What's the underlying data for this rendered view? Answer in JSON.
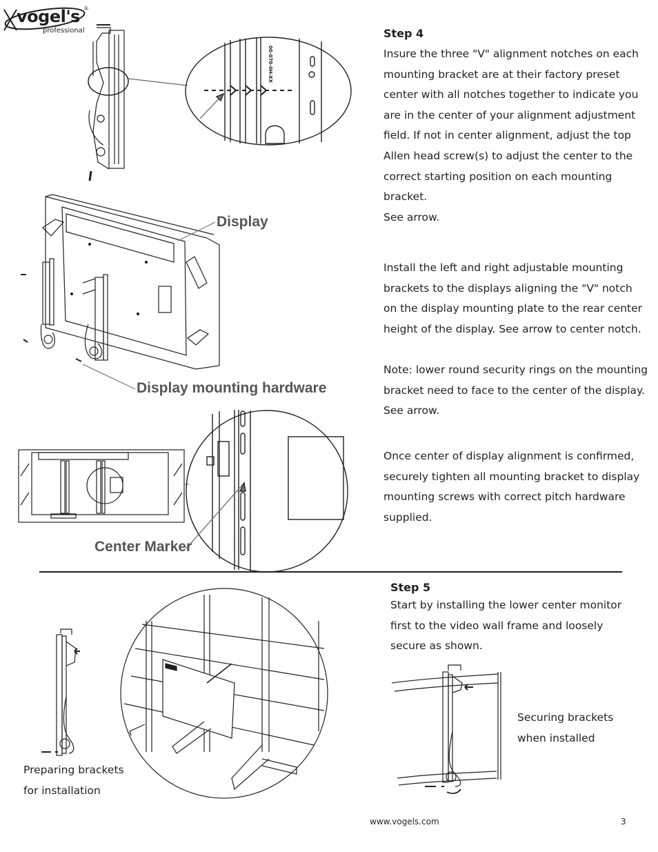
{
  "brand": {
    "name": "vogel's",
    "registered": "®",
    "tagline": "professional"
  },
  "step4": {
    "heading": "Step 4",
    "paragraphs": [
      [
        "Insure the three \"V\" alignment notches on each",
        "mounting bracket are at their factory preset",
        "center with all notches together to indicate you",
        "are in the center of your alignment adjustment",
        "field. If not in center alignment, adjust the top",
        "Allen head screw(s) to adjust the center to the",
        "correct starting position on each mounting",
        "bracket.",
        "See arrow."
      ],
      [
        "Install the left and right adjustable mounting",
        "brackets to the displays aligning  the \"V\" notch",
        "on the display mounting plate to the rear center",
        "height of the display. See arrow to center notch."
      ],
      [
        "Note: lower round security rings on the mounting",
        "bracket need to face to the center of the display.",
        "See arrow."
      ],
      [
        "Once center of display alignment is confirmed,",
        "securely tighten all mounting bracket to display",
        "mounting screws with correct pitch hardware",
        "supplied."
      ]
    ]
  },
  "callouts": {
    "display": "Display",
    "hardware": "Display mounting hardware",
    "center_marker": "Center Marker"
  },
  "detail_label": "00-070-0H-XX",
  "step5": {
    "heading": "Step 5",
    "lines": [
      "Start by installing the lower center monitor",
      "first to the video wall frame and loosely",
      "secure as shown."
    ]
  },
  "captions": {
    "preparing": [
      "Preparing brackets",
      "for installation"
    ],
    "securing": [
      "Securing brackets",
      "when installed"
    ]
  },
  "footer": {
    "url": "www.vogels.com",
    "page": "3"
  }
}
